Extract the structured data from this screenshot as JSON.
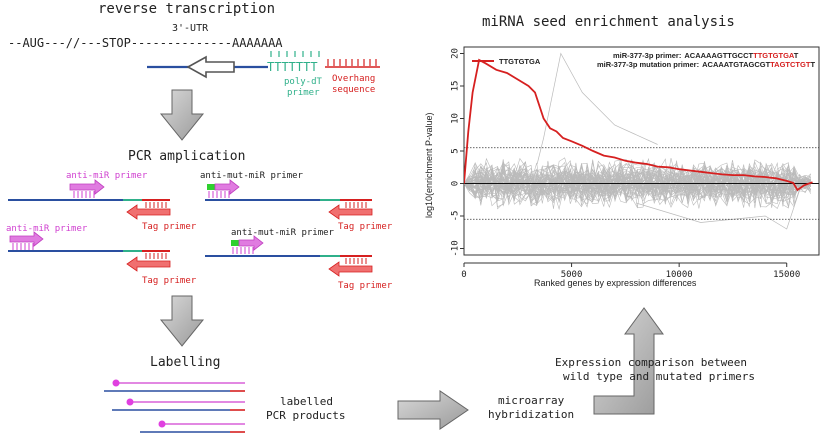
{
  "left": {
    "rt_title": "reverse transcription",
    "utr_label": "3'-UTR",
    "mrna_seq": "--AUG---//---STOP--------------AAAAAAA",
    "polyt_seq": "TTTTTTT",
    "polyt_label_1": "poly-dT",
    "polyt_label_2": "primer",
    "overhang_label_1": "Overhang",
    "overhang_label_2": "sequence",
    "pcr_title": "PCR amplication",
    "anti_mir_primer": "anti-miR primer",
    "anti_mut_mir_primer": "anti-mut-miR primer",
    "tag_primer": "Tag primer",
    "labelling_title": "Labelling",
    "labelled_1": "labelled",
    "labelled_2": "PCR products",
    "microarray_1": "microarray",
    "microarray_2": "hybridization",
    "expr_1": "Expression comparison between",
    "expr_2": "wild type and mutated primers"
  },
  "chart_data": {
    "type": "line",
    "title": "miRNA seed enrichment analysis",
    "xlabel": "Ranked genes by expression differences",
    "ylabel": "log10(enrichment P-value)",
    "xlim": [
      0,
      16500
    ],
    "ylim": [
      -11,
      21
    ],
    "x_ticks": [
      0,
      5000,
      10000,
      15000
    ],
    "y_ticks": [
      20,
      15,
      10,
      5,
      0,
      -5,
      -10
    ],
    "x_tick_labels": [
      "0",
      "5000",
      "10000",
      "15000"
    ],
    "y_tick_labels": [
      "20",
      "15",
      "10",
      "5",
      "0",
      "-5",
      "-10"
    ],
    "threshold_lines": [
      5.5,
      -5.5
    ],
    "legend": {
      "position": "top-left",
      "entries": [
        {
          "label": "TTGTGTGA",
          "color": "#d62020"
        }
      ]
    },
    "annotation": {
      "wt_label": "miR-377-3p primer:",
      "wt_seq_black": "ACAAAAGTTGCCT",
      "wt_seq_red": "TTGTGTGA",
      "wt_seq_tail": "T",
      "mut_label": "miR-377-3p mutation primer:",
      "mut_seq_black": "ACAAATGTAGCGT",
      "mut_seq_red": "TAGTCTGT",
      "mut_seq_tail": "T"
    },
    "series": [
      {
        "name": "TTGTGTGA",
        "color": "#d62020",
        "x": [
          0,
          200,
          400,
          700,
          1000,
          1500,
          2000,
          2500,
          3000,
          3300,
          3700,
          4000,
          4300,
          4600,
          5000,
          5500,
          6000,
          6500,
          7000,
          7500,
          8000,
          8500,
          9000,
          9500,
          10000,
          10500,
          11000,
          11500,
          12000,
          12500,
          13000,
          13500,
          14000,
          14500,
          15000,
          15300,
          15500,
          15800,
          16200
        ],
        "y": [
          0,
          8,
          14,
          19,
          18.5,
          17.5,
          17,
          16,
          15,
          14,
          10,
          8.5,
          8,
          7,
          6.5,
          5.8,
          5,
          4.3,
          4,
          3.5,
          3.2,
          3,
          2.6,
          2.5,
          2.2,
          2,
          1.8,
          1.6,
          1.4,
          1.3,
          1.3,
          1.1,
          1,
          0.8,
          0.4,
          0.1,
          -1,
          -0.3,
          0.2
        ]
      }
    ],
    "background_series_color": "#bbbbbb"
  }
}
